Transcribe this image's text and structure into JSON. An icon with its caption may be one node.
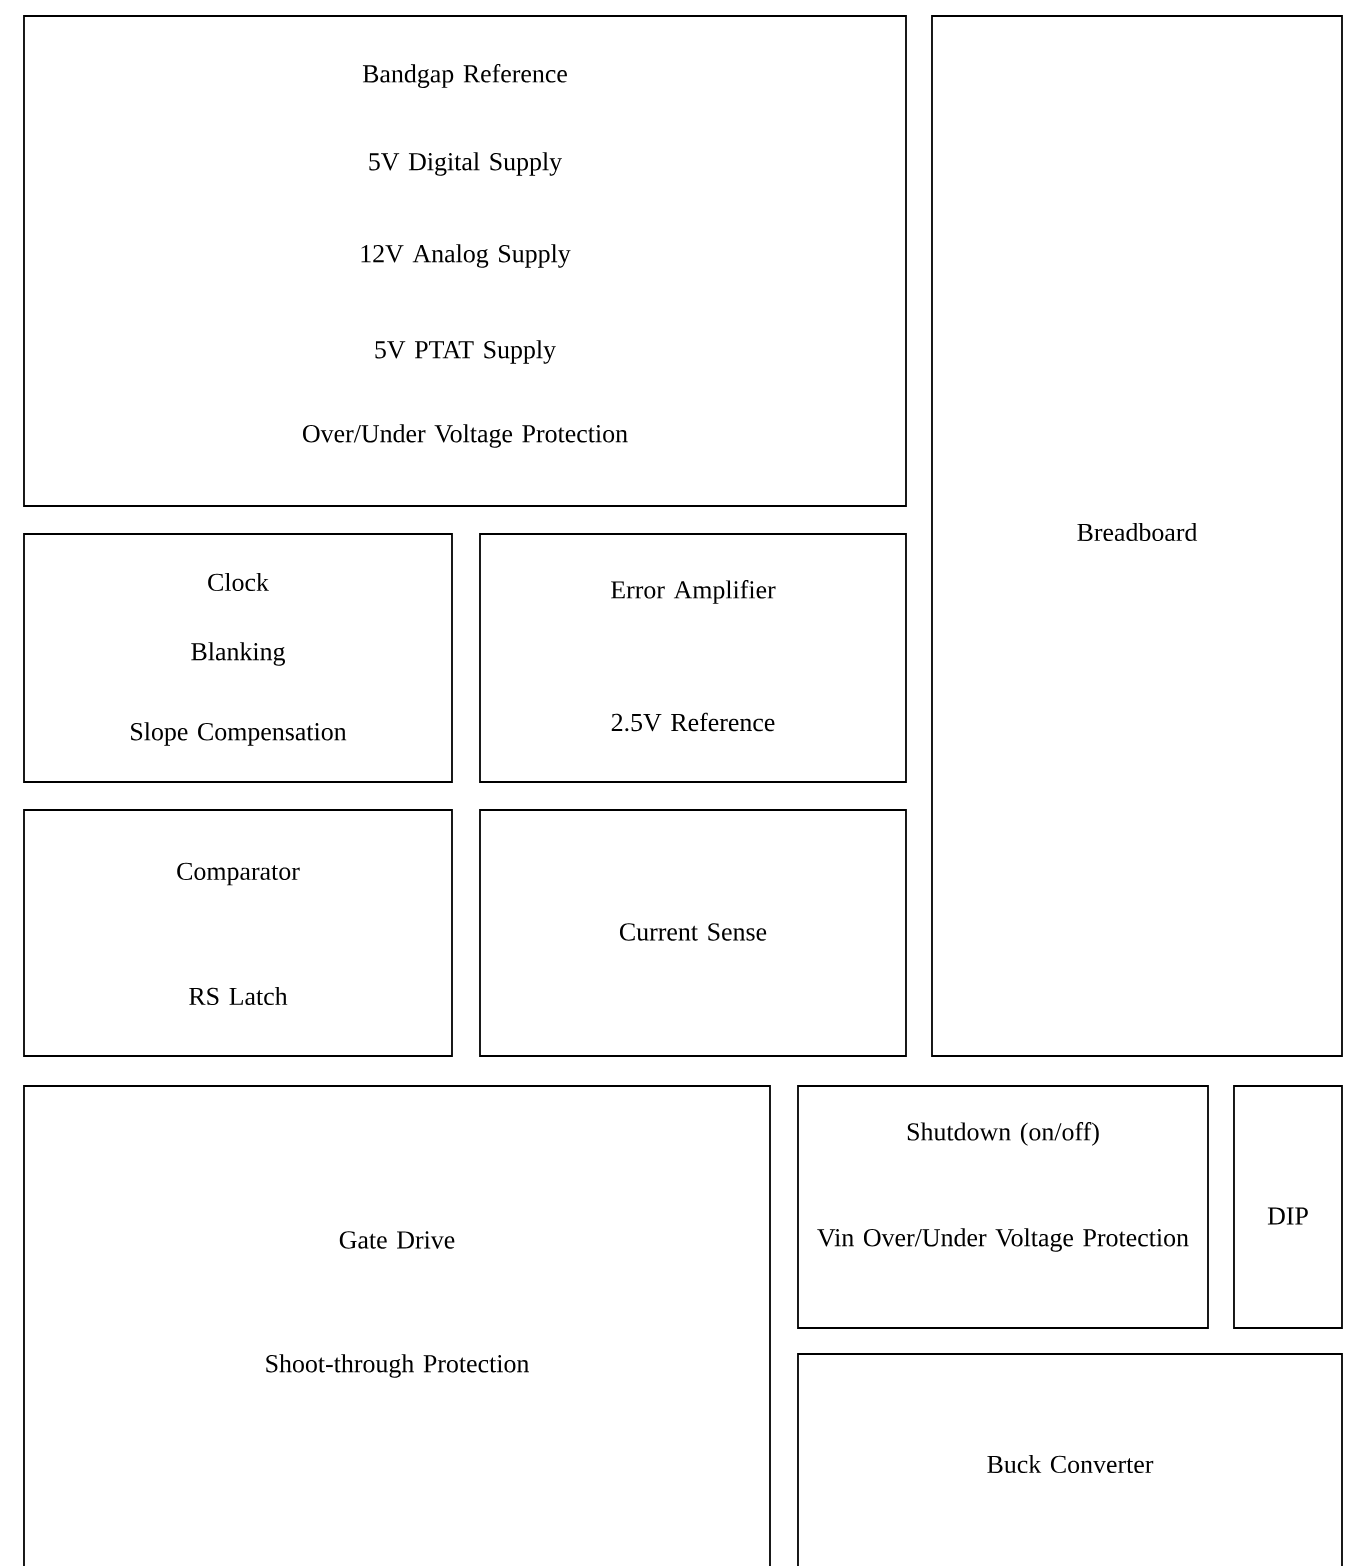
{
  "diagram": {
    "nodes": [
      {
        "text": [
          "Bandgap Reference",
          "5V Digital Supply",
          "12V Analog Supply",
          "5V PTAT Supply",
          "Over/Under Voltage Protection"
        ]
      },
      {
        "text": [
          "Breadboard"
        ]
      },
      {
        "text": [
          "Clock",
          "Blanking",
          "Slope Compensation"
        ]
      },
      {
        "text": [
          "Error Amplifier",
          "2.5V Reference"
        ]
      },
      {
        "text": [
          "Comparator",
          "RS Latch"
        ]
      },
      {
        "text": [
          "Current Sense"
        ]
      },
      {
        "text": [
          "Gate Drive",
          "Shoot-through Protection"
        ]
      },
      {
        "text": [
          "Shutdown (on/off)",
          "Vin Over/Under Voltage Protection"
        ]
      },
      {
        "text": [
          "DIP"
        ]
      },
      {
        "text": [
          "Buck Converter"
        ]
      }
    ]
  }
}
